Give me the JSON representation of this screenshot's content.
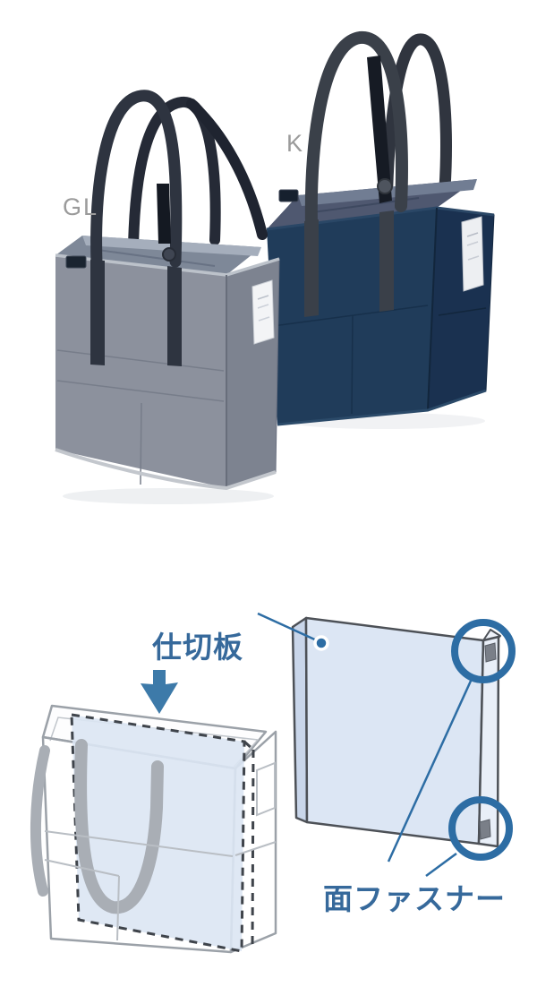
{
  "photo": {
    "bags": [
      {
        "name": "gray-tote",
        "label": "GL",
        "body_color": "#8c919d",
        "side_color": "#7d8390",
        "strap_color": "#2e3440",
        "liner_color": "#7e8898"
      },
      {
        "name": "navy-tote",
        "label": "K",
        "body_color": "#203c5a",
        "side_color": "#1a3150",
        "strap_color": "#3a4049",
        "liner_color": "#4f5870"
      }
    ],
    "label_color": "#9b9b9b"
  },
  "diagram": {
    "divider_label": "仕切板",
    "fastener_label": "面ファスナー",
    "accent_color": "#2d6da4",
    "label_color": "#36699b",
    "panel_fill": "#dce6f4",
    "arrow_color": "#3d7aa9",
    "outline_color": "#9ba1a8"
  }
}
